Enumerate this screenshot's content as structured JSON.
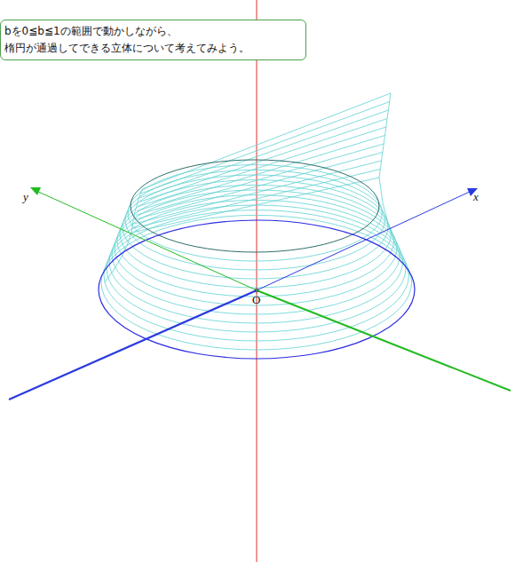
{
  "diagram": {
    "nodes": [
      {
        "text": [
          "bを0≦b≦1の範囲で動かしながら、 楕円が通過してできる立体について考えてみよう。"
        ]
      }
    ],
    "labels": [
      "y",
      "x",
      "O"
    ]
  }
}
